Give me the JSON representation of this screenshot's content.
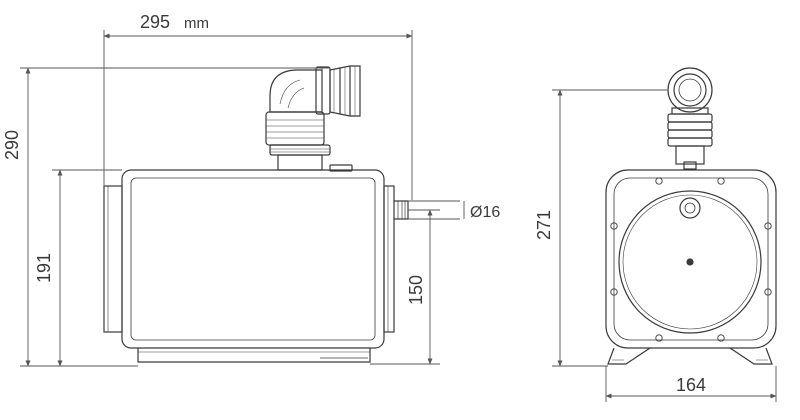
{
  "dimensions": {
    "overall_width": {
      "value": "295",
      "unit": "mm"
    },
    "overall_height": "290",
    "tank_height": "191",
    "outlet_height": "150",
    "outlet_diameter": "Ø16",
    "side_height": "271",
    "side_width": "164"
  },
  "colors": {
    "line": "#3a3a3a",
    "dimension": "#555555",
    "text": "#3a3a3a"
  }
}
